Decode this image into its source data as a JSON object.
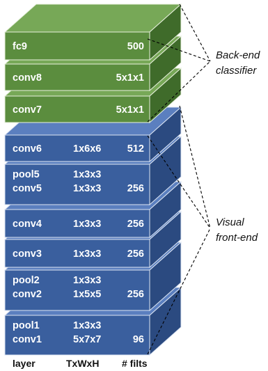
{
  "colors": {
    "classifier_front": "#5b8d3e",
    "classifier_top": "#77a857",
    "classifier_side": "#3f6b2a",
    "classifier_edge": "#e8f1de",
    "frontend_front": "#3a5f9e",
    "frontend_top": "#5b7fbf",
    "frontend_side": "#2b4a80",
    "frontend_edge": "#dce5f3",
    "text": "#ffffff"
  },
  "columns": {
    "layer": "layer",
    "size": "TxWxH",
    "filters": "# filts"
  },
  "annotations": {
    "backend_line1": "Back-end",
    "backend_line2": "classifier",
    "frontend_line1": "Visual",
    "frontend_line2": "front-end"
  },
  "groups": {
    "classifier": [
      {
        "rows": [
          {
            "layer": "fc9",
            "size": "",
            "filters": "500"
          }
        ]
      },
      {
        "rows": [
          {
            "layer": "conv8",
            "size": "",
            "filters": "5x1x1"
          }
        ]
      },
      {
        "rows": [
          {
            "layer": "conv7",
            "size": "",
            "filters": "5x1x1"
          }
        ]
      }
    ],
    "frontend": [
      {
        "rows": [
          {
            "layer": "conv6",
            "size": "1x6x6",
            "filters": "512"
          }
        ]
      },
      {
        "rows": [
          {
            "layer": "pool5",
            "size": "1x3x3",
            "filters": ""
          },
          {
            "layer": "conv5",
            "size": "1x3x3",
            "filters": "256"
          }
        ]
      },
      {
        "rows": [
          {
            "layer": "conv4",
            "size": "1x3x3",
            "filters": "256"
          }
        ]
      },
      {
        "rows": [
          {
            "layer": "conv3",
            "size": "1x3x3",
            "filters": "256"
          }
        ]
      },
      {
        "rows": [
          {
            "layer": "pool2",
            "size": "1x3x3",
            "filters": ""
          },
          {
            "layer": "conv2",
            "size": "1x5x5",
            "filters": "256"
          }
        ]
      },
      {
        "rows": [
          {
            "layer": "pool1",
            "size": "1x3x3",
            "filters": ""
          },
          {
            "layer": "conv1",
            "size": "5x7x7",
            "filters": "96"
          }
        ]
      }
    ]
  }
}
